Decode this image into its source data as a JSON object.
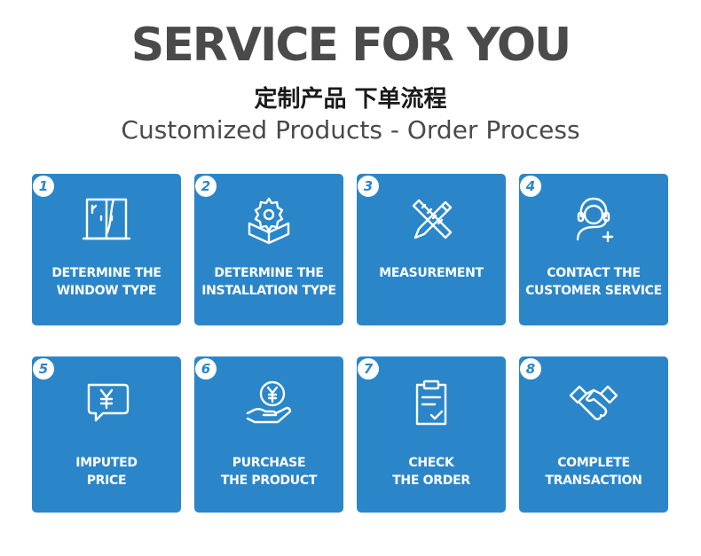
{
  "header": {
    "title": "SERVICE FOR YOU",
    "subtitle_cn": "定制产品 下单流程",
    "subtitle_en": "Customized Products - Order Process"
  },
  "colors": {
    "card": "#2a86c9",
    "title": "#4a4a4a"
  },
  "steps": [
    {
      "number": "1",
      "icon": "window-icon",
      "line1": "DETERMINE THE",
      "line2": "WINDOW TYPE"
    },
    {
      "number": "2",
      "icon": "gear-box-icon",
      "line1": "DETERMINE THE",
      "line2": "INSTALLATION TYPE"
    },
    {
      "number": "3",
      "icon": "ruler-pencil-icon",
      "line1": "MEASUREMENT",
      "line2": ""
    },
    {
      "number": "4",
      "icon": "headset-icon",
      "line1": "CONTACT THE",
      "line2": "CUSTOMER SERVICE"
    },
    {
      "number": "5",
      "icon": "yuan-chat-icon",
      "line1": "IMPUTED",
      "line2": "PRICE"
    },
    {
      "number": "6",
      "icon": "yuan-hand-icon",
      "line1": "PURCHASE",
      "line2": "THE PRODUCT"
    },
    {
      "number": "7",
      "icon": "clipboard-check-icon",
      "line1": "CHECK",
      "line2": "THE ORDER"
    },
    {
      "number": "8",
      "icon": "handshake-icon",
      "line1": "COMPLETE",
      "line2": "TRANSACTION"
    }
  ]
}
